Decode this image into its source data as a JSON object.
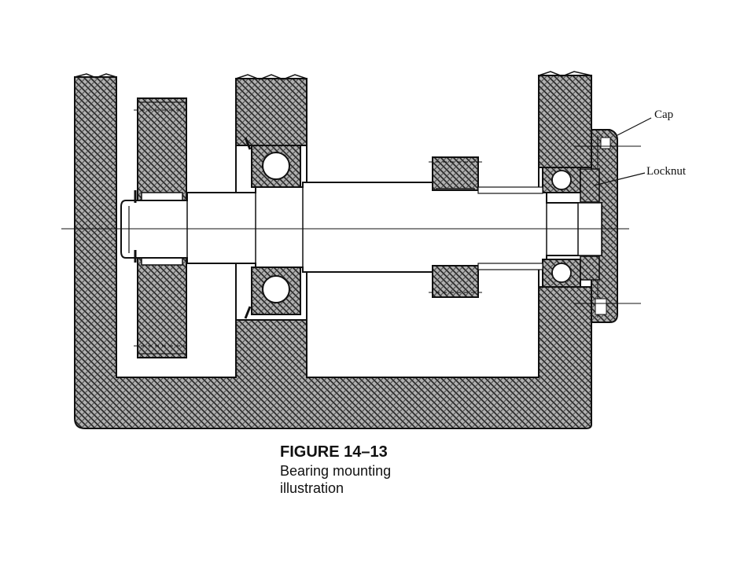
{
  "callouts": {
    "cap": "Cap",
    "locknut": "Locknut"
  },
  "caption": {
    "title": "FIGURE 14–13",
    "line1": "Bearing mounting",
    "line2": "illustration"
  },
  "colors": {
    "ink": "#111111",
    "hatch_fill": "#9a9a9a",
    "background": "#ffffff"
  }
}
